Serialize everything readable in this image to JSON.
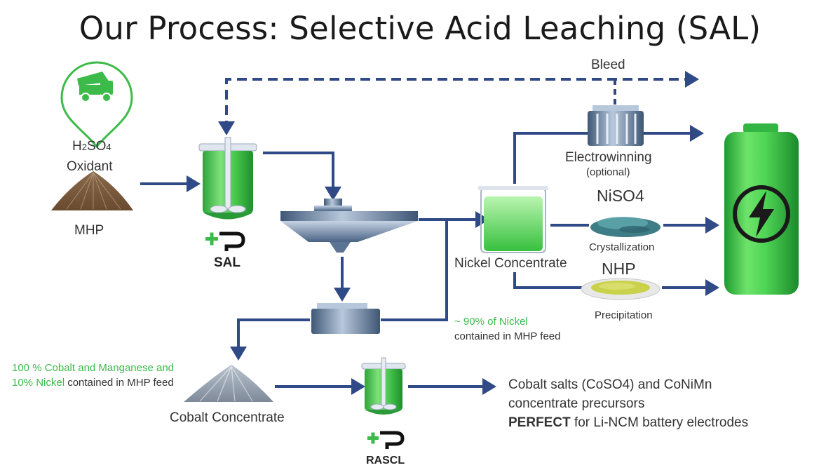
{
  "title": "Our Process: Selective Acid Leaching (SAL)",
  "colors": {
    "flow_arrow": "#2f4a86",
    "green": "#3dbb4a",
    "green_dark": "#2a8f34",
    "steel": "#5b7494"
  },
  "labels": {
    "bleed": "Bleed",
    "h2so4_prefix": "H",
    "h2so4_sub1": "2",
    "h2so4_mid": "SO",
    "h2so4_sub2": "4",
    "oxidant": "Oxidant",
    "mhp": "MHP",
    "sal": "SAL",
    "electrowinning": "Electrowinning",
    "optional": "(optional)",
    "niso4": "NiSO4",
    "crystallization": "Crystallization",
    "nhp": "NHP",
    "precipitation": "Precipitation",
    "nickel_concentrate": "Nickel Concentrate",
    "nickel_pct": "~ 90% of Nickel",
    "nickel_feed": "contained in MHP feed",
    "cobalt_line1_green": "100 % Cobalt and Manganese and",
    "cobalt_line2_green": "10% Nickel",
    "cobalt_line2_rest": " contained in MHP feed",
    "cobalt_concentrate": "Cobalt Concentrate",
    "rascl": "RASCL",
    "output_line1": "Cobalt salts (CoSO4) and CoNiMn",
    "output_line2": "concentrate precursors",
    "output_bold": "PERFECT",
    "output_rest": " for Li-NCM battery electrodes"
  },
  "icons": {
    "mining_truck": "mining-truck-pin-icon",
    "ore_pile": "ore-pile-icon",
    "reactor": "reactor-tank-icon",
    "thickener": "thickener-icon",
    "filter": "filter-press-icon",
    "beaker": "beaker-icon",
    "electrowinning_cell": "electrowinning-cell-icon",
    "crystal_pile": "niso4-crystals-icon",
    "precipitate_dish": "nhp-dish-icon",
    "battery": "battery-lightning-icon",
    "logo": "plus-p-logo-icon"
  }
}
